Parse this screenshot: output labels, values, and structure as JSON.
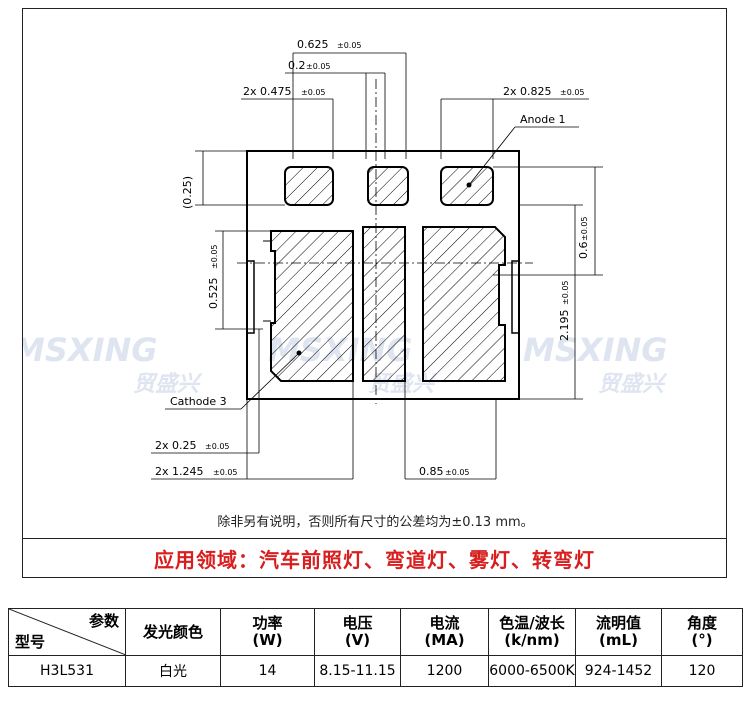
{
  "drawing": {
    "dims": {
      "top_width": "0.625",
      "top_width_tol": "±0.05",
      "center_pad": "0.2",
      "center_pad_tol": "±0.05",
      "left_pad": "2x 0.475",
      "left_pad_tol": "±0.05",
      "right_pad": "2x 0.825",
      "right_pad_tol": "±0.05",
      "pad_height": "(0.25)",
      "right_height": "0.6",
      "right_height_tol": "±0.05",
      "left_height": "0.525",
      "left_height_tol": "±0.05",
      "total_height": "2.195",
      "total_height_tol": "±0.05",
      "gap": "2x 0.25",
      "gap_tol": "±0.05",
      "bottom_left": "2x 1.245",
      "bottom_left_tol": "±0.05",
      "bottom_right": "0.85",
      "bottom_right_tol": "±0.05"
    },
    "labels": {
      "anode": "Anode 1",
      "cathode": "Cathode 3"
    },
    "watermark": {
      "brand_en": "MSXING",
      "brand_cn": "贸盛兴"
    }
  },
  "note": "除非另有说明，否则所有尺寸的公差均为±0.13 mm。",
  "application": "应用领域：汽车前照灯、弯道灯、雾灯、转弯灯",
  "table": {
    "corner_top": "参数",
    "corner_bottom": "型号",
    "headers": [
      {
        "line1": "发光颜色",
        "line2": ""
      },
      {
        "line1": "功率",
        "line2": "(W)"
      },
      {
        "line1": "电压",
        "line2": "(V)"
      },
      {
        "line1": "电流",
        "line2": "(MA)"
      },
      {
        "line1": "色温/波长",
        "line2": "(k/nm)"
      },
      {
        "line1": "流明值",
        "line2": "(mL)"
      },
      {
        "line1": "角度",
        "line2": "(°)"
      }
    ],
    "row": [
      "H3L531",
      "白光",
      "14",
      "8.15-11.15",
      "1200",
      "6000-6500K",
      "924-1452",
      "120"
    ]
  }
}
